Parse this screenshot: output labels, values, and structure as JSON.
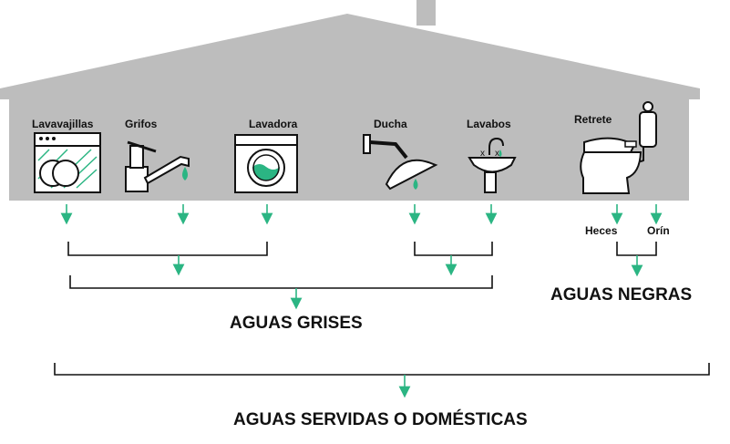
{
  "fixtures": {
    "dishwasher": "Lavavajillas",
    "faucet": "Grifos",
    "washing_machine": "Lavadora",
    "shower": "Ducha",
    "sinks": "Lavabos",
    "toilet": "Retrete"
  },
  "black_water_sources": {
    "feces": "Heces",
    "urine": "Orín"
  },
  "groups": {
    "grey": "AGUAS GRISES",
    "black": "AGUAS NEGRAS",
    "total": "AGUAS SERVIDAS O DOMÉSTICAS"
  },
  "colors": {
    "house": "#bdbdbd",
    "accent": "#2bb583",
    "line": "#111111"
  },
  "icons": {
    "dishwasher": "dishwasher-icon",
    "faucet": "faucet-icon",
    "washing_machine": "washing-machine-icon",
    "shower": "shower-icon",
    "sinks": "sink-icon",
    "toilet": "toilet-icon"
  }
}
